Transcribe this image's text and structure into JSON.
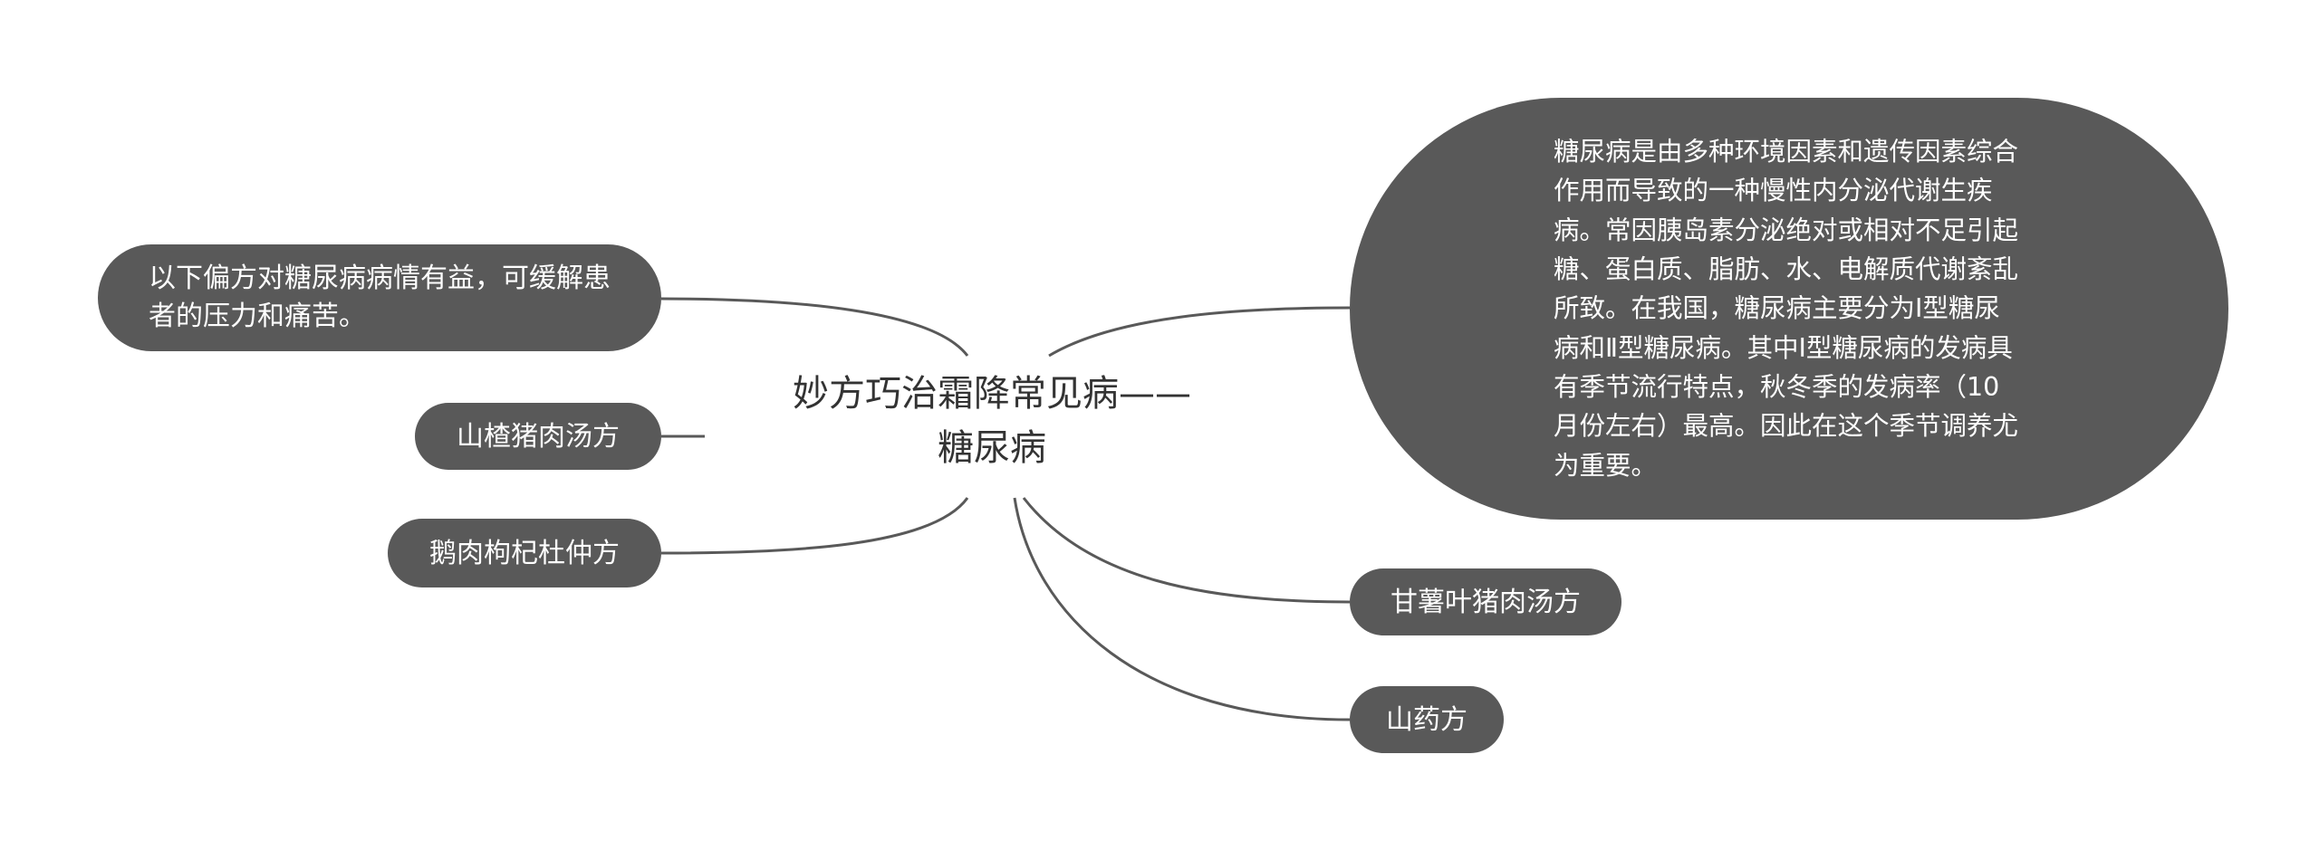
{
  "center": {
    "line1": "妙方巧治霜降常见病——",
    "line2": "糖尿病"
  },
  "topics": {
    "description": "糖尿病是由多种环境因素和遗传因素综合作用而导致的一种慢性内分泌代谢生疾病。常因胰岛素分泌绝对或相对不足引起糖、蛋白质、脂肪、水、电解质代谢紊乱所致。在我国，糖尿病主要分为I型糖尿病和Ⅱ型糖尿病。其中I型糖尿病的发病具有季节流行特点，秋冬季的发病率（10月份左右）最高。因此在这个季节调养尤为重要。",
    "intro": "以下偏方对糖尿病病情有益，可缓解患者的压力和痛苦。",
    "remedy_hawthorn": "山楂猪肉汤方",
    "remedy_goose": "鹅肉枸杞杜仲方",
    "remedy_sweet_potato_leaf": "甘薯叶猪肉汤方",
    "remedy_yam": "山药方"
  },
  "colors": {
    "node_fill": "#595959",
    "link": "#595959",
    "center_text": "#333333"
  }
}
